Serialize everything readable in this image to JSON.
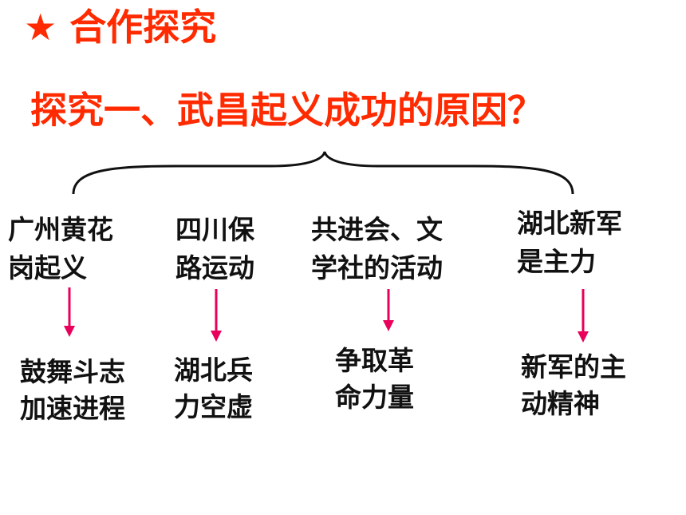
{
  "title": "★ 合作探究",
  "question": "探究一、武昌起义成功的原因？",
  "causes": [
    {
      "line1": "广州黄花",
      "line2": "岗起义",
      "result1": "鼓舞斗志",
      "result2": "加速进程"
    },
    {
      "line1": "四川保",
      "line2": "路运动",
      "result1": "湖北兵",
      "result2": "力空虚"
    },
    {
      "line1": "共进会、文",
      "line2": "学社的活动",
      "result1": "争取革",
      "result2": "命力量"
    },
    {
      "line1": "湖北新军",
      "line2": "是主力",
      "result1": "新军的主",
      "result2": "动精神"
    }
  ],
  "colors": {
    "heading": "#ff2a00",
    "arrow": "#e8005a",
    "text": "#111111",
    "brace": "#111111"
  }
}
